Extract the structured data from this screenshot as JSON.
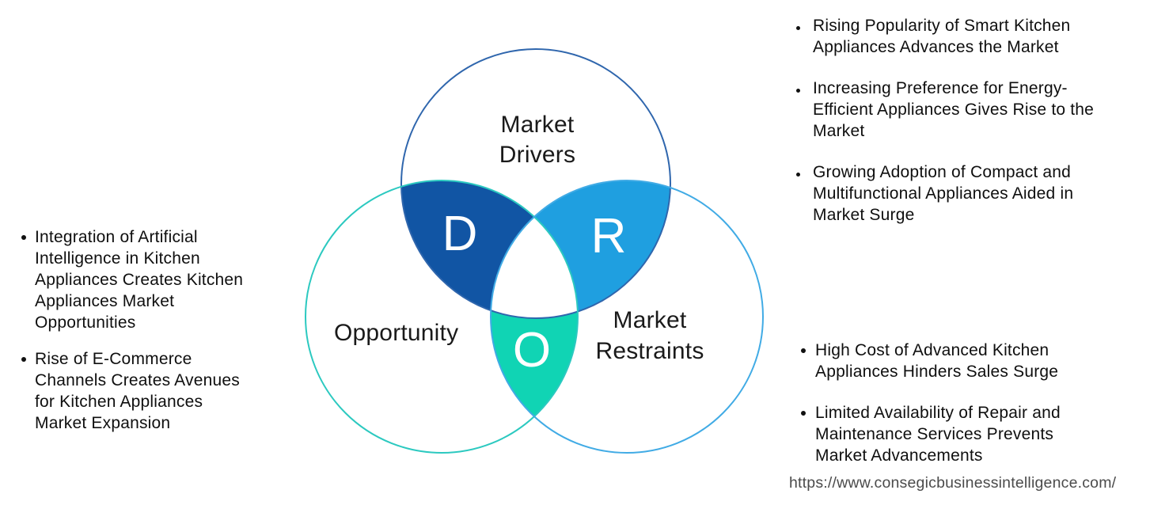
{
  "diagram": {
    "drivers": {
      "label": "Market\nDrivers",
      "letter": "D",
      "fill": "#1155a4",
      "stroke": "#2f66ad"
    },
    "opportunity": {
      "label": "Opportunity",
      "letter": "O",
      "fill": "#10d4b4",
      "stroke": "#2cc9c0"
    },
    "restraints": {
      "label": "Market\nRestraints",
      "letter": "R",
      "fill": "#1f9fe0",
      "stroke": "#41abe5"
    },
    "center_fill": "#ffffff"
  },
  "left_panel": {
    "bullets": [
      "Integration of Artificial\nIntelligence in Kitchen\nAppliances Creates Kitchen\nAppliances Market\nOpportunities",
      "Rise of E-Commerce\nChannels Creates Avenues\nfor Kitchen Appliances\nMarket Expansion"
    ]
  },
  "right_top_panel": {
    "bullets": [
      "Rising Popularity of Smart Kitchen\nAppliances Advances the Market",
      "Increasing Preference for Energy-\nEfficient Appliances Gives Rise to the\nMarket",
      "Growing Adoption of Compact and\nMultifunctional Appliances Aided in\nMarket Surge"
    ]
  },
  "right_bottom_panel": {
    "bullets": [
      "High Cost of Advanced Kitchen\nAppliances Hinders Sales Surge",
      "Limited Availability of Repair and\nMaintenance Services Prevents\nMarket Advancements"
    ]
  },
  "footer": {
    "url": "https://www.consegicbusinessintelligence.com/"
  }
}
